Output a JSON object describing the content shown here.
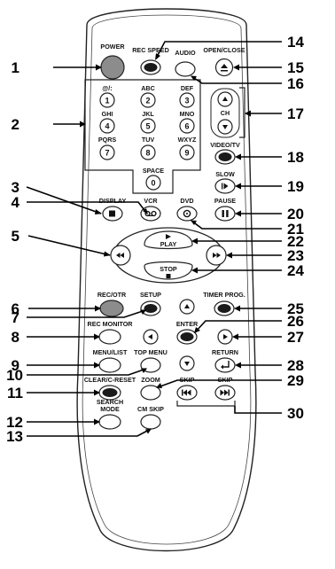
{
  "colors": {
    "accent_gray": "#8c8c8c",
    "button_dark": "#1a1a1a",
    "outline": "#222222"
  },
  "labels": {
    "power": "POWER",
    "rec_speed": "REC SPEED",
    "audio": "AUDIO",
    "open_close": "OPEN/CLOSE",
    "k1_top": "@/:",
    "k2_top": "ABC",
    "k3_top": "DEF",
    "k4_top": "GHI",
    "k5_top": "JKL",
    "k6_top": "MNO",
    "k7_top": "PQRS",
    "k8_top": "TUV",
    "k9_top": "WXYZ",
    "space": "SPACE",
    "ch": "CH",
    "video_tv": "VIDEO/TV",
    "slow": "SLOW",
    "display": "DISPLAY",
    "vcr": "VCR",
    "dvd": "DVD",
    "pause": "PAUSE",
    "play": "PLAY",
    "stop": "STOP",
    "rec_otr": "REC/OTR",
    "setup": "SETUP",
    "timer_prog": "TIMER PROG.",
    "rec_monitor": "REC MONITOR",
    "enter": "ENTER",
    "menu_list": "MENU/LIST",
    "top_menu": "TOP MENU",
    "return": "RETURN",
    "clear_reset": "CLEAR/C-RESET",
    "zoom": "ZOOM",
    "skip_left": "SKIP",
    "skip_right": "SKIP",
    "search_mode_1": "SEARCH",
    "search_mode_2": "MODE",
    "cm_skip": "CM SKIP"
  },
  "digits": {
    "d1": "1",
    "d2": "2",
    "d3": "3",
    "d4": "4",
    "d5": "5",
    "d6": "6",
    "d7": "7",
    "d8": "8",
    "d9": "9",
    "d0": "0"
  },
  "callouts": {
    "c1": "1",
    "c2": "2",
    "c3": "3",
    "c4": "4",
    "c5": "5",
    "c6": "6",
    "c7": "7",
    "c8": "8",
    "c9": "9",
    "c10": "10",
    "c11": "11",
    "c12": "12",
    "c13": "13",
    "c14": "14",
    "c15": "15",
    "c16": "16",
    "c17": "17",
    "c18": "18",
    "c19": "19",
    "c20": "20",
    "c21": "21",
    "c22": "22",
    "c23": "23",
    "c24": "24",
    "c25": "25",
    "c26": "26",
    "c27": "27",
    "c28": "28",
    "c29": "29",
    "c30": "30"
  }
}
